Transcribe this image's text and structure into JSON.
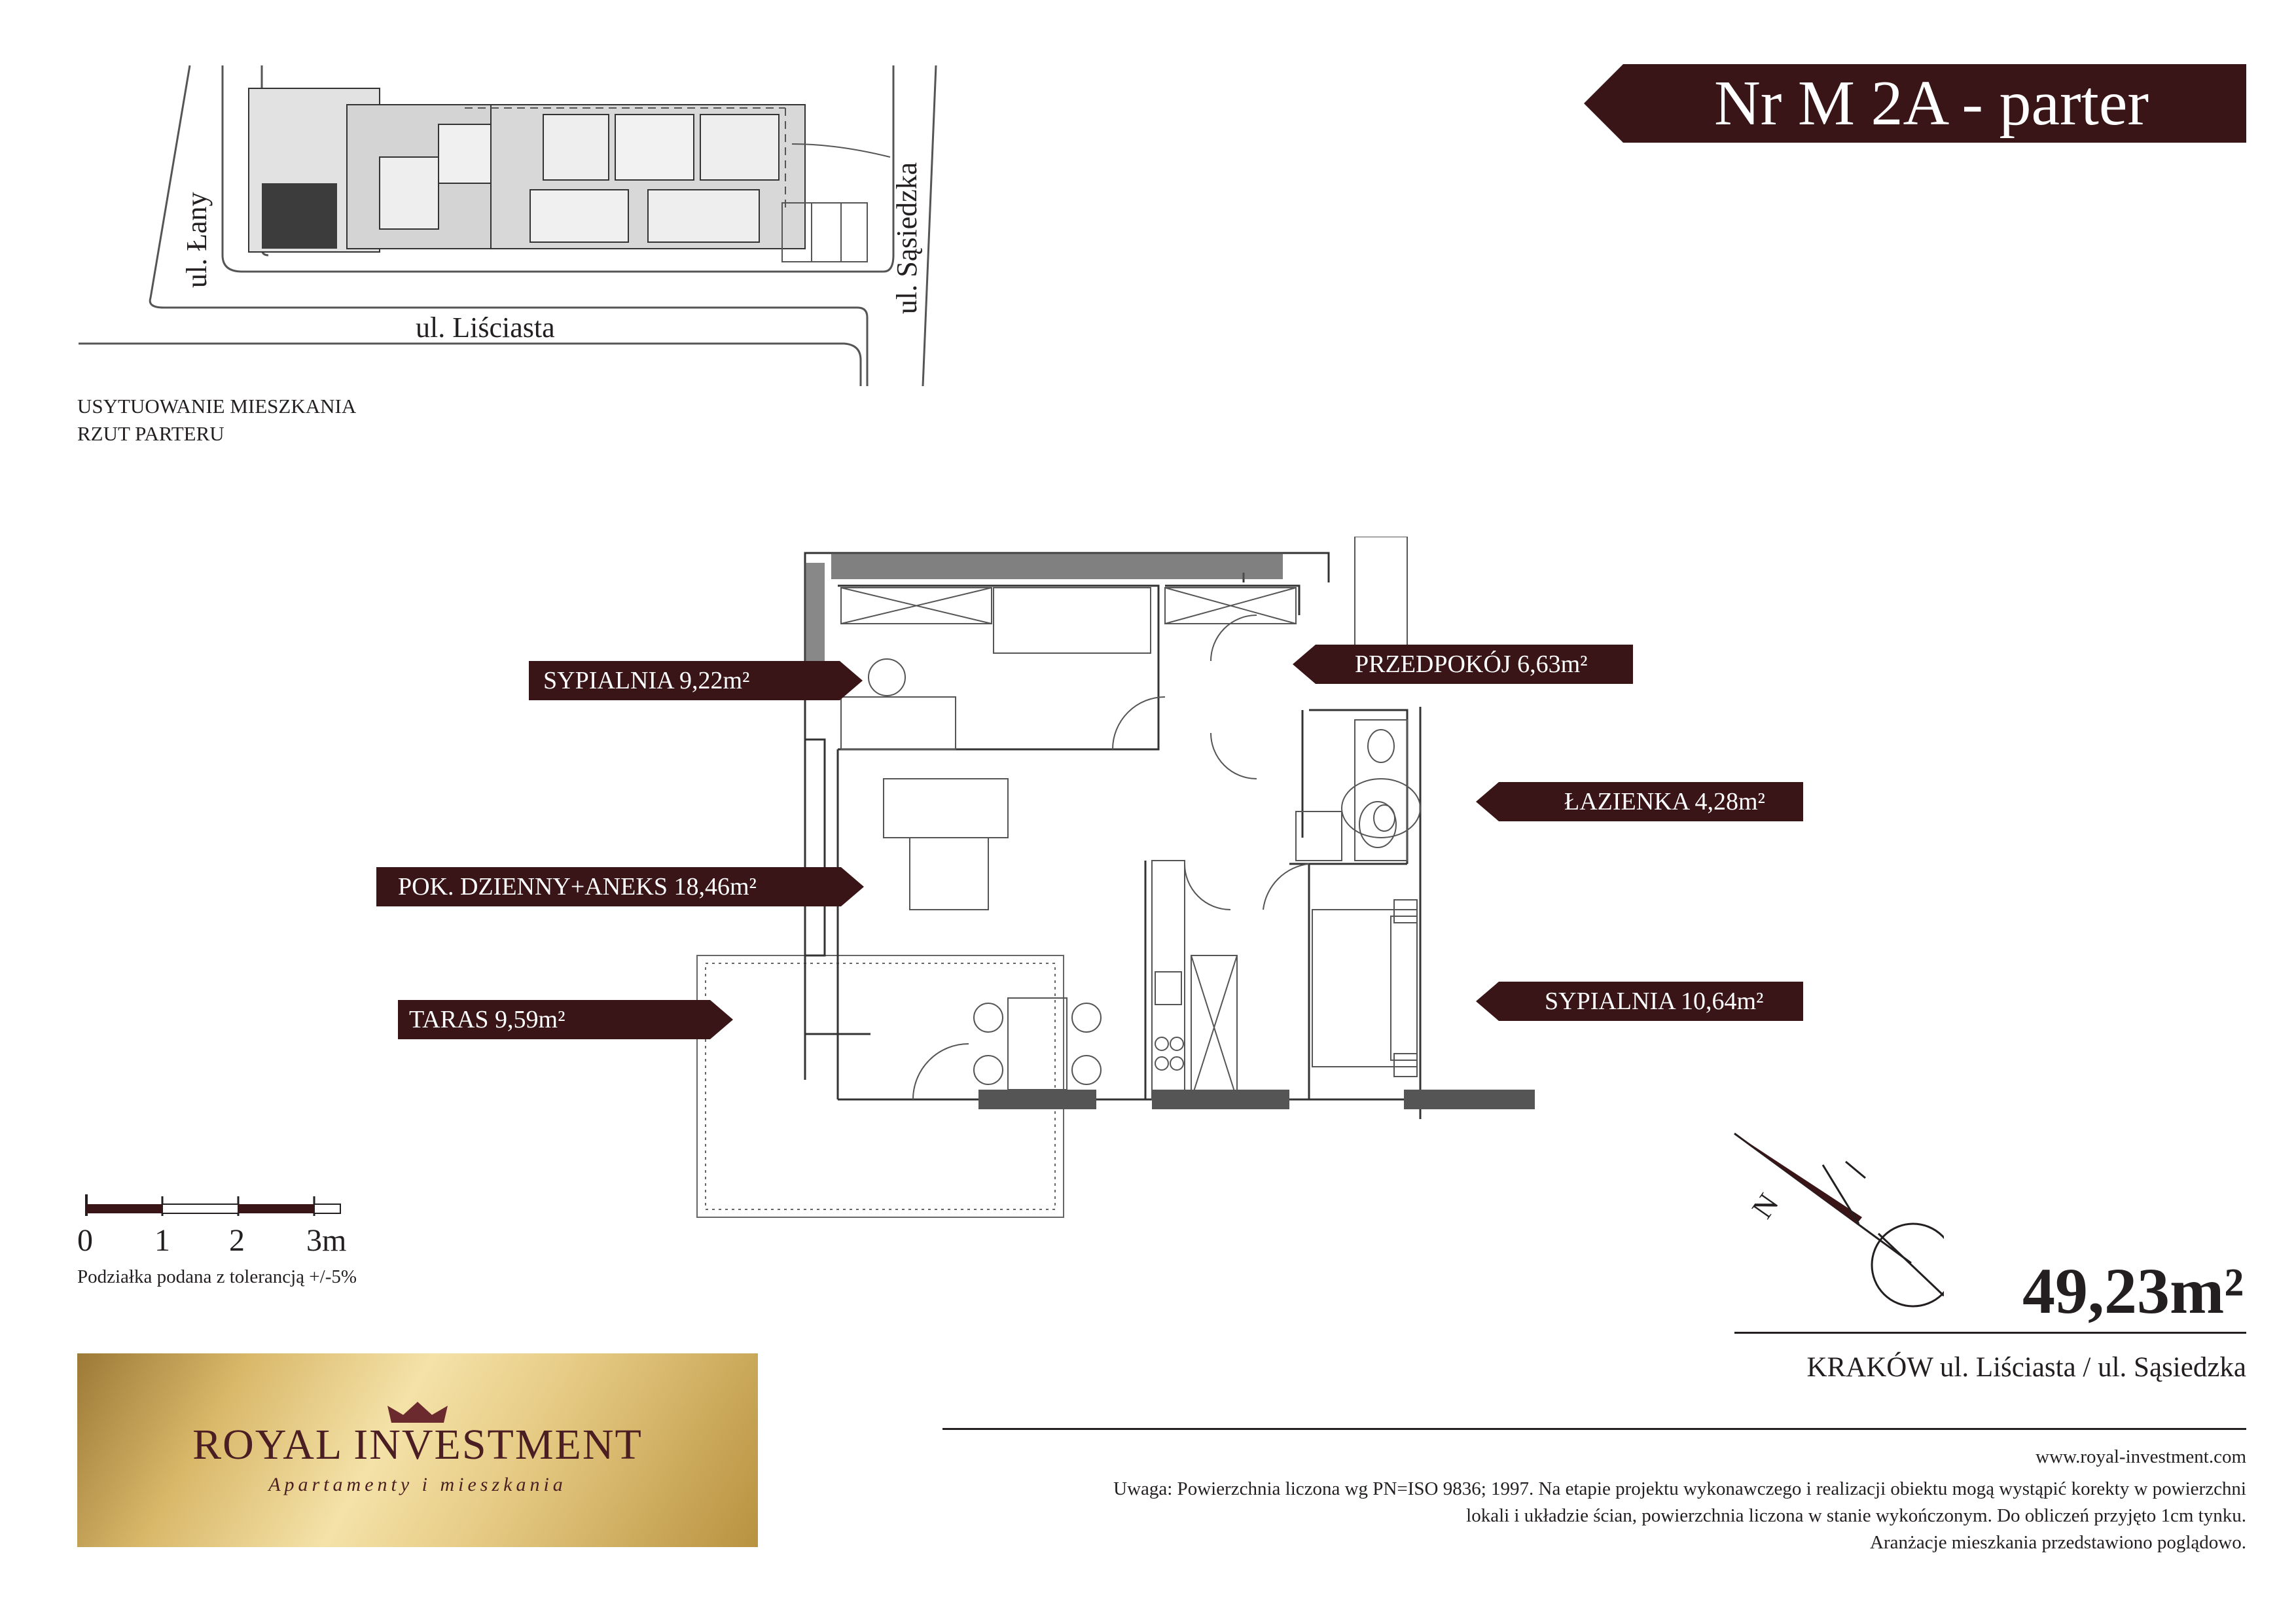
{
  "header": {
    "title": "Nr M 2A - parter",
    "banner_color": "#3a1517"
  },
  "site_plan": {
    "streets": [
      "ul. Łany",
      "ul. Liściasta",
      "ul. Sąsiedzka"
    ],
    "caption_line1": "USYTUOWANIE MIESZKANIA",
    "caption_line2": "RZUT PARTERU"
  },
  "rooms": [
    {
      "label": "SYPIALNIA 9,22m²"
    },
    {
      "label": "PRZEDPOKÓJ 6,63m²"
    },
    {
      "label": "ŁAZIENKA 4,28m²"
    },
    {
      "label": "POK. DZIENNY+ANEKS 18,46m²"
    },
    {
      "label": "SYPIALNIA 10,64m²"
    },
    {
      "label": "TARAS 9,59m²"
    }
  ],
  "scale": {
    "ticks": [
      "0",
      "1",
      "2",
      "3m"
    ],
    "note": "Podziałka podana z tolerancją +/-5%"
  },
  "compass": {
    "label": "N"
  },
  "summary": {
    "area": "49,23m²",
    "address": "KRAKÓW ul. Liściasta / ul. Sąsiedzka"
  },
  "footer": {
    "url": "www.royal-investment.com",
    "note_line1": "Uwaga: Powierzchnia liczona wg PN=ISO 9836; 1997. Na etapie projektu wykonawczego i realizacji obiektu mogą wystąpić korekty w powierzchni",
    "note_line2": "lokali i układzie ścian, powierzchnia liczona w stanie wykończonym. Do obliczeń przyjęto 1cm tynku.",
    "note_line3": "Aranżacje mieszkania przedstawiono poglądowo."
  },
  "logo": {
    "name": "ROYAL INVESTMENT",
    "tagline": "Apartamenty i mieszkania"
  }
}
